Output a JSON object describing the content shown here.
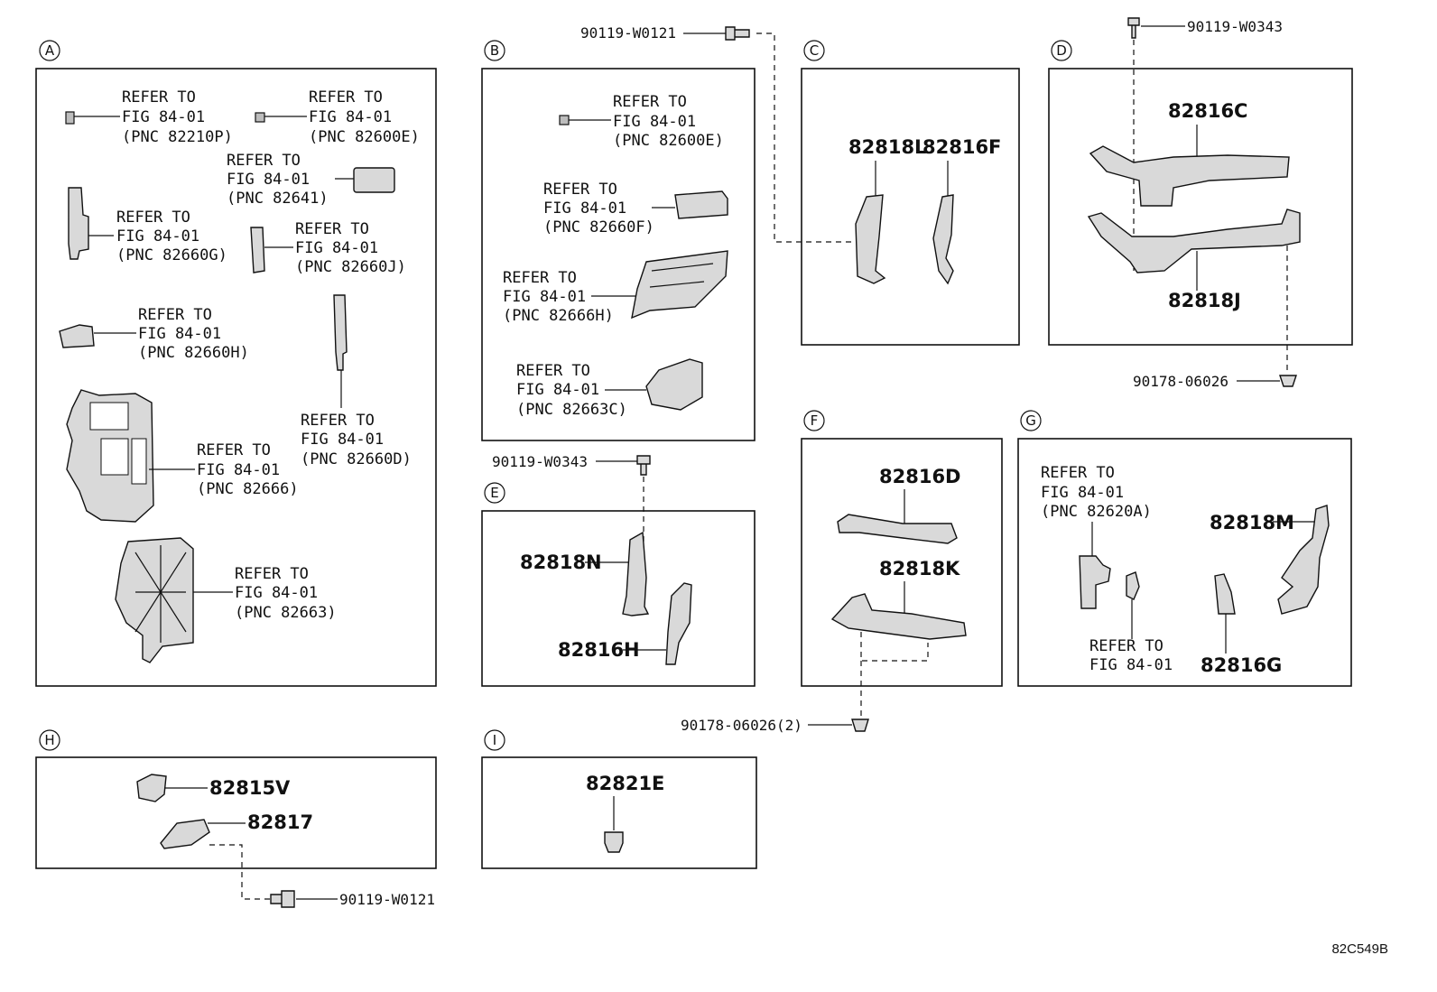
{
  "diagram_code": "82C549B",
  "sections": {
    "A": {
      "letter": "A"
    },
    "B": {
      "letter": "B"
    },
    "C": {
      "letter": "C"
    },
    "D": {
      "letter": "D"
    },
    "E": {
      "letter": "E"
    },
    "F": {
      "letter": "F"
    },
    "G": {
      "letter": "G"
    },
    "H": {
      "letter": "H"
    },
    "I": {
      "letter": "I"
    }
  },
  "refer": {
    "refer_to": "REFER TO",
    "fig": "FIG 84-01",
    "a1_pnc": "(PNC 82210P)",
    "a2_pnc": "(PNC 82600E)",
    "a3_pnc": "(PNC 82641)",
    "a4_pnc": "(PNC 82660G)",
    "a5_pnc": "(PNC 82660J)",
    "a6_pnc": "(PNC 82660H)",
    "a7_pnc": "(PNC 82660D)",
    "a8_pnc": "(PNC 82666)",
    "a9_pnc": "(PNC 82663)",
    "b1_pnc": "(PNC 82600E)",
    "b2_pnc": "(PNC 82660F)",
    "b3_pnc": "(PNC 82666H)",
    "b4_pnc": "(PNC 82663C)",
    "g1_pnc": "(PNC 82620A)"
  },
  "parts": {
    "c_82818L": "82818L",
    "c_82816F": "82816F",
    "d_82816C": "82816C",
    "d_82818J": "82818J",
    "e_82818N": "82818N",
    "e_82816H": "82816H",
    "f_82816D": "82816D",
    "f_82818K": "82818K",
    "g_82818M": "82818M",
    "g_82816G": "82816G",
    "h_82815V": "82815V",
    "h_82817": "82817",
    "i_82821E": "82821E"
  },
  "fasteners": {
    "top_bolt_b": "90119-W0121",
    "top_bolt_d": "90119-W0343",
    "clip_d": "90178-06026",
    "bolt_e": "90119-W0343",
    "clip_f": "90178-06026(2)",
    "bolt_h": "90119-W0121"
  }
}
